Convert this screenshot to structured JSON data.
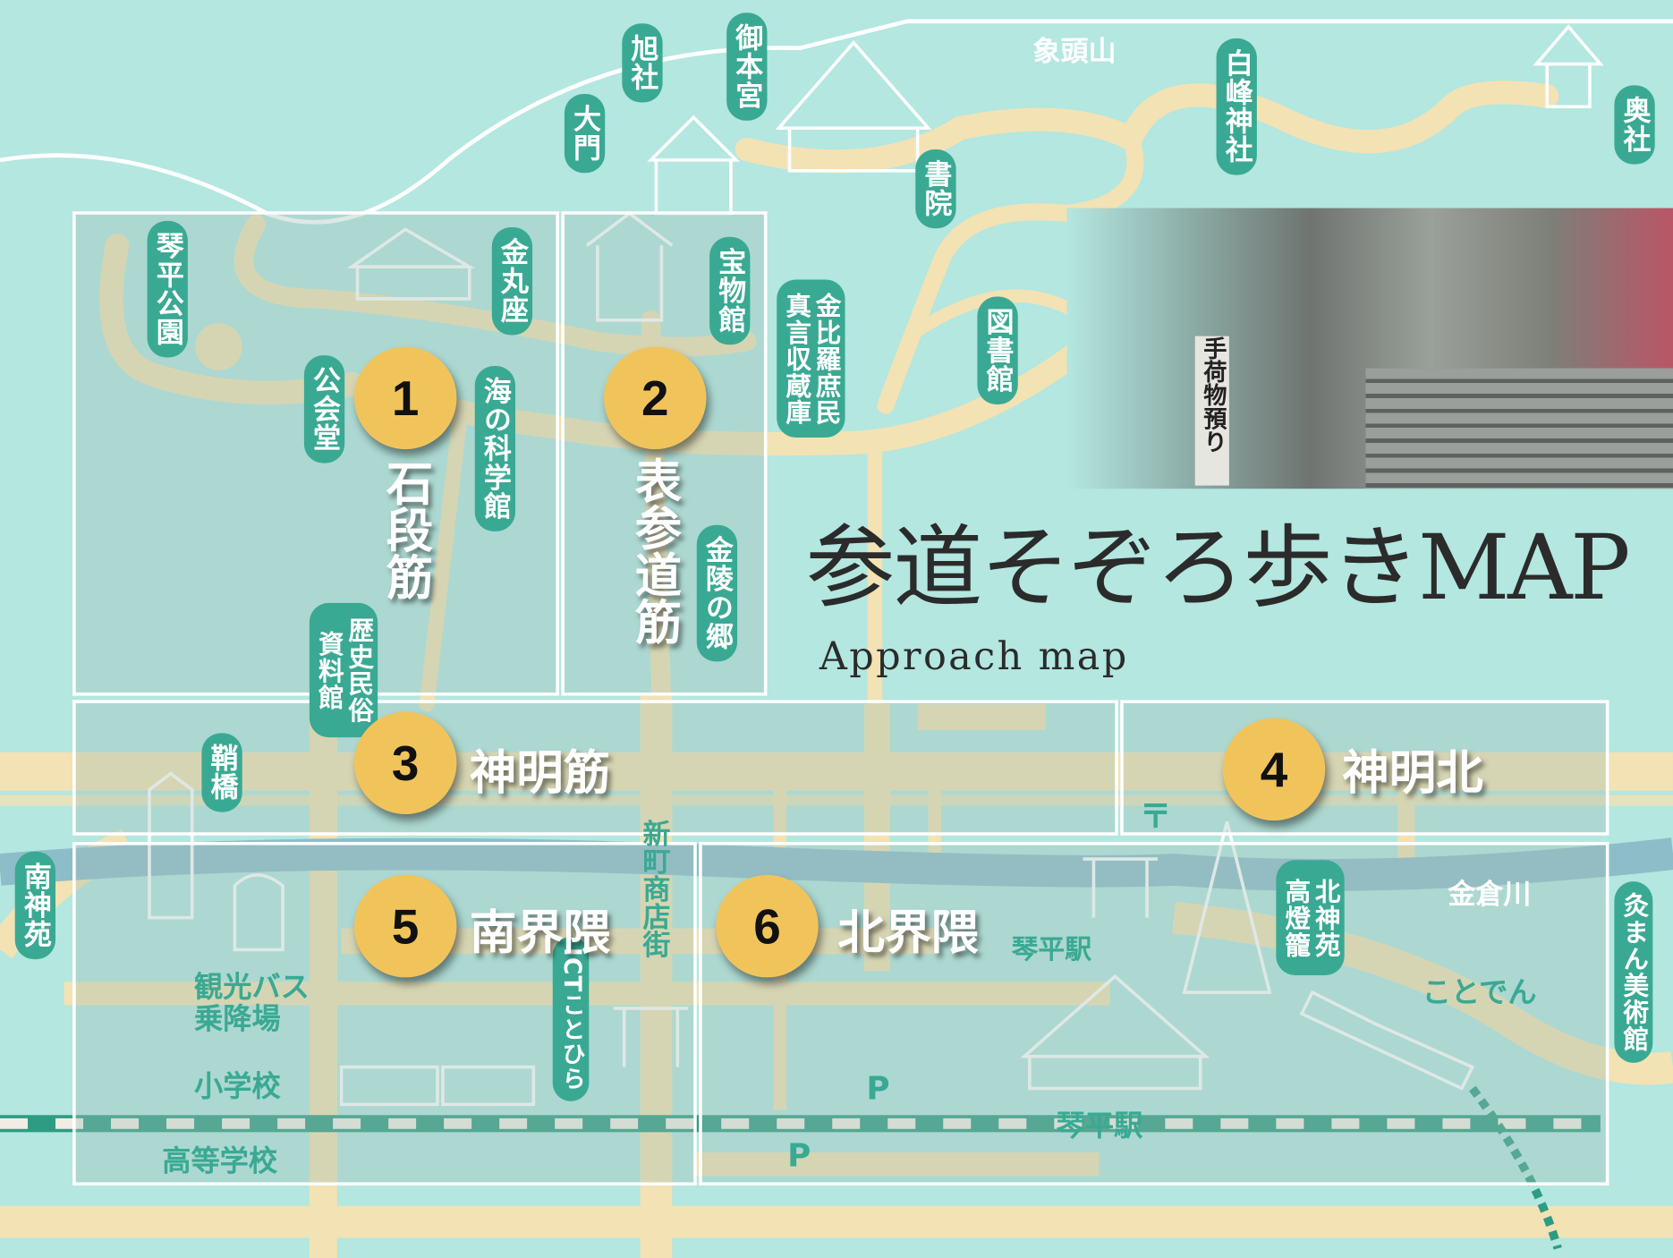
{
  "title": "参道そぞろ歩きMAP",
  "subtitle": "Approach map",
  "photo_sign": "手荷物預り",
  "mountain": "象頭山",
  "areas": [
    {
      "num": "1",
      "name": "石段筋"
    },
    {
      "num": "2",
      "name": "表参道筋"
    },
    {
      "num": "3",
      "name": "神明筋"
    },
    {
      "num": "4",
      "name": "神明北"
    },
    {
      "num": "5",
      "name": "南界隈"
    },
    {
      "num": "6",
      "name": "北界隈"
    }
  ],
  "landmarks": {
    "asahisha": "旭社",
    "gohongu": "御本宮",
    "daimon": "大門",
    "shiromine": "白峰神社",
    "okusha": "奥社",
    "shoin": "書院",
    "kotohira_park": "琴平公園",
    "kanamaruza": "金丸座",
    "homotsukan": "宝物館",
    "shomin": "金比羅庶民",
    "shingon": "真言収蔵庫",
    "library": "図書館",
    "kokaido": "公会堂",
    "umi_kagakukan": "海の科学館",
    "kinryo": "金陵の郷",
    "rekishi": "歴史民俗",
    "shiryokan": "資料館",
    "sayabashi": "鞘橋",
    "minami_shinen": "南神苑",
    "kita_shinen": "北神苑",
    "takadoro": "高燈籠",
    "kyuman": "灸まん美術館",
    "ict": "ICTことひら",
    "shinmachi": "新町商店街",
    "bus": "観光バス",
    "bus2": "乗降場",
    "elementary": "小学校",
    "highschool": "高等学校",
    "station1": "琴平駅",
    "station2": "琴平駅",
    "kotoden": "ことでん",
    "river": "金倉川",
    "parking": "P",
    "post": "〒"
  },
  "colors": {
    "bg": "#b3e7e0",
    "teal": "#3aa993",
    "road": "#f3e2b3",
    "river": "#8dbdc9",
    "marker": "#f1c45b"
  }
}
